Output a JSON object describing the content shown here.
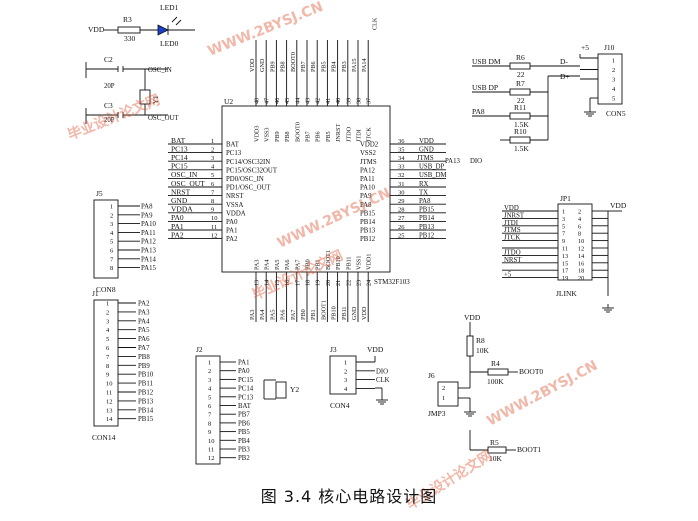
{
  "caption": "图 3.4  核心电路设计图",
  "watermark": {
    "site": "WWW.2BYSJ.CN",
    "cn": "毕业设计论文网",
    "color": "#e06040"
  },
  "mcu": {
    "ref": "U2",
    "part": "STM32F103",
    "left_pins": [
      {
        "num": "1",
        "name": "BAT",
        "net": "BAT"
      },
      {
        "num": "2",
        "name": "PC13",
        "net": "PC13"
      },
      {
        "num": "3",
        "name": "PC14/OSC32IN",
        "net": "PC14"
      },
      {
        "num": "4",
        "name": "PC15/OSC32OUT",
        "net": "PC15"
      },
      {
        "num": "5",
        "name": "PD0/OSC_IN",
        "net": "OSC_IN"
      },
      {
        "num": "6",
        "name": "PD1/OSC_OUT",
        "net": "OSC_OUT"
      },
      {
        "num": "7",
        "name": "NRST",
        "net": "NRST"
      },
      {
        "num": "8",
        "name": "VSSA",
        "net": "GND"
      },
      {
        "num": "9",
        "name": "VDDA",
        "net": "VDDA"
      },
      {
        "num": "10",
        "name": "PA0",
        "net": "PA0"
      },
      {
        "num": "11",
        "name": "PA1",
        "net": "PA1"
      },
      {
        "num": "12",
        "name": "PA2",
        "net": "PA2"
      }
    ],
    "right_pins": [
      {
        "num": "36",
        "name": "VDD2",
        "net": "VDD"
      },
      {
        "num": "35",
        "name": "VSS2",
        "net": "GND"
      },
      {
        "num": "34",
        "name": "JTMS",
        "net": "JTMS_PA13"
      },
      {
        "num": "33",
        "name": "PA12",
        "net": "USB_DP"
      },
      {
        "num": "32",
        "name": "PA11",
        "net": "USB_DM"
      },
      {
        "num": "31",
        "name": "PA10",
        "net": "RX"
      },
      {
        "num": "30",
        "name": "PA9",
        "net": "TX"
      },
      {
        "num": "29",
        "name": "PA8",
        "net": "PA8"
      },
      {
        "num": "28",
        "name": "PB15",
        "net": "PB15"
      },
      {
        "num": "27",
        "name": "PB14",
        "net": "PB14"
      },
      {
        "num": "26",
        "name": "PB13",
        "net": "PB13"
      },
      {
        "num": "25",
        "name": "PB12",
        "net": "PB12"
      }
    ],
    "top_pins": [
      {
        "num": "48",
        "name": "VDD3"
      },
      {
        "num": "47",
        "name": "VSS3"
      },
      {
        "num": "46",
        "name": "PB9"
      },
      {
        "num": "45",
        "name": "PB8"
      },
      {
        "num": "44",
        "name": "BOOT0"
      },
      {
        "num": "43",
        "name": "PB7"
      },
      {
        "num": "42",
        "name": "PB6"
      },
      {
        "num": "41",
        "name": "PB5"
      },
      {
        "num": "40",
        "name": "JNRST"
      },
      {
        "num": "39",
        "name": "JTDO"
      },
      {
        "num": "38",
        "name": "JTDI"
      },
      {
        "num": "37",
        "name": "JTCK"
      }
    ],
    "top_nets": [
      "VDD",
      "GND",
      "PB9",
      "PB8",
      "BOOT0",
      "PB7",
      "PB6",
      "PB5",
      "PB4",
      "PB3",
      "PA15",
      "PA14"
    ],
    "top_extra": "CLK",
    "bottom_pins": [
      {
        "num": "13",
        "name": "PA3"
      },
      {
        "num": "14",
        "name": "PA4"
      },
      {
        "num": "15",
        "name": "PA5"
      },
      {
        "num": "16",
        "name": "PA6"
      },
      {
        "num": "17",
        "name": "PA7"
      },
      {
        "num": "18",
        "name": "PB0"
      },
      {
        "num": "19",
        "name": "PB1"
      },
      {
        "num": "20",
        "name": "BOOT1"
      },
      {
        "num": "21",
        "name": "PB10"
      },
      {
        "num": "22",
        "name": "PB11"
      },
      {
        "num": "23",
        "name": "VSS1"
      },
      {
        "num": "24",
        "name": "VDD1"
      }
    ],
    "bottom_nets": [
      "PA3",
      "PA4",
      "PA5",
      "PA6",
      "PA7",
      "PB0",
      "PB1",
      "BOOT1",
      "PB10",
      "PB11",
      "GND",
      "VDD"
    ],
    "jtms_label": "JTMS",
    "pa13_label": "PA13",
    "dio_label": "DIO"
  },
  "led_section": {
    "vdd": "VDD",
    "r3": "R3",
    "r3_val": "330",
    "led": "LED1",
    "led_net": "LED0"
  },
  "osc_section": {
    "c2": "C2",
    "c2_val": "20P",
    "c3": "C3",
    "c3_val": "20P",
    "osc_in": "OSC_IN",
    "osc_out": "OSC_OUT",
    "y1": "Y1"
  },
  "usb_section": {
    "usb_dm": "USB DM",
    "usb_dp": "USB DP",
    "pa8": "PA8",
    "r6": "R6",
    "r6_val": "22",
    "r7": "R7",
    "r7_val": "22",
    "r11": "R11",
    "r11_val": "1.5K",
    "r10": "R10",
    "r10_val": "1.5K",
    "d_minus": "D-",
    "d_plus": "D+",
    "p5": "+5",
    "j10": "J10",
    "con5": "CON5",
    "pins": [
      "1",
      "2",
      "3",
      "4",
      "5"
    ]
  },
  "jlink": {
    "ref": "JP1",
    "name": "JLINK",
    "vdd_right": "VDD",
    "left_nets": [
      "VDD",
      "JNRST",
      "JTDI",
      "JTMS",
      "JTCK",
      "",
      "JTDO",
      "NRST",
      "",
      "+5"
    ],
    "left_nums": [
      "1",
      "3",
      "5",
      "7",
      "9",
      "11",
      "13",
      "15",
      "17",
      "19"
    ],
    "right_nums": [
      "2",
      "4",
      "6",
      "8",
      "10",
      "12",
      "14",
      "16",
      "18",
      "20"
    ]
  },
  "j5": {
    "ref": "J5",
    "name": "CON8",
    "nums": [
      "1",
      "2",
      "3",
      "4",
      "5",
      "6",
      "7",
      "8"
    ],
    "nets": [
      "PA8",
      "PA9",
      "PA10",
      "PA11",
      "PA12",
      "PA13",
      "PA14",
      "PA15"
    ]
  },
  "j1": {
    "ref": "J1",
    "name": "CON14",
    "nums": [
      "1",
      "2",
      "3",
      "4",
      "5",
      "6",
      "7",
      "8",
      "9",
      "10",
      "11",
      "12",
      "13",
      "14"
    ],
    "nets": [
      "PA2",
      "PA3",
      "PA4",
      "PA5",
      "PA6",
      "PA7",
      "PB8",
      "PB9",
      "PB10",
      "PB11",
      "PB12",
      "PB13",
      "PB14",
      "PB15"
    ]
  },
  "j2": {
    "ref": "J2",
    "nums": [
      "1",
      "2",
      "3",
      "4",
      "5",
      "6",
      "7",
      "8",
      "9",
      "10",
      "11",
      "12"
    ],
    "nets": [
      "PA1",
      "PA0",
      "PC15",
      "PC14",
      "PC13",
      "BAT",
      "PB7",
      "PB6",
      "PB5",
      "PB4",
      "PB3",
      "PB2"
    ],
    "y2": "Y2"
  },
  "j3": {
    "ref": "J3",
    "name": "CON4",
    "vdd": "VDD",
    "nums": [
      "1",
      "2",
      "3",
      "4"
    ],
    "nets": [
      "",
      "DIO",
      "CLK",
      ""
    ]
  },
  "boot_section": {
    "vdd": "VDD",
    "r8": "R8",
    "r8_val": "10K",
    "r4": "R4",
    "r4_val": "100K",
    "boot0": "BOOT0",
    "j6": "J6",
    "jmp": "JMP3",
    "r5": "R5",
    "r5_val": "10K",
    "boot1": "BOOT1",
    "jmp_nums": [
      "2",
      "1"
    ]
  }
}
